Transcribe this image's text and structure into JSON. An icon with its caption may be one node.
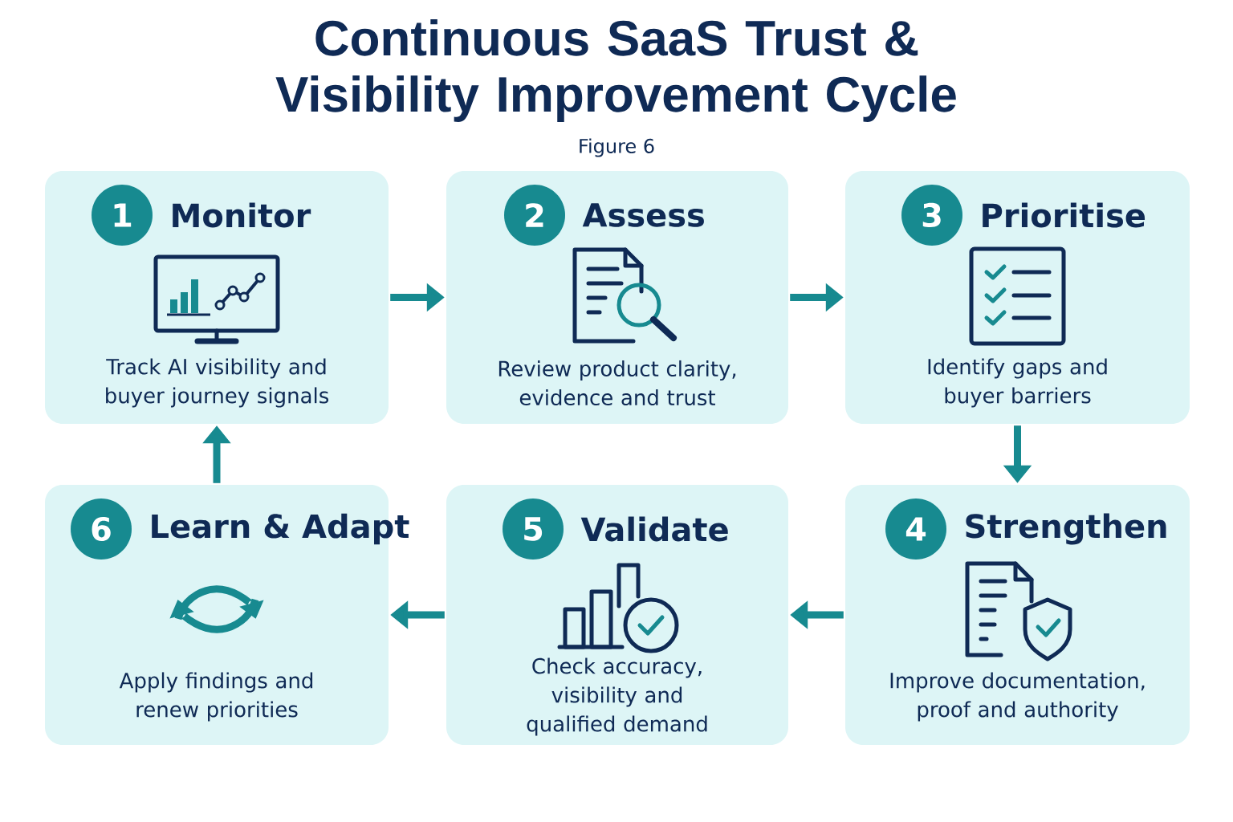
{
  "diagram": {
    "title": "Continuous SaaS Trust & Visibility Improvement Cycle",
    "nodes": [
      {
        "text": [
          "1",
          "Monitor",
          "Track AI visibility and buyer journey signals"
        ]
      },
      {
        "text": [
          "2",
          "Assess",
          "Review product clarity, evidence and trust"
        ]
      },
      {
        "text": [
          "3",
          "Prioritise",
          "Identify gaps and buyer barriers"
        ]
      },
      {
        "text": [
          "6",
          "Learn & Adapt",
          "Apply findings and renew priorities"
        ]
      },
      {
        "text": [
          "5",
          "Validate",
          "Check accuracy, visibility and qualified demand"
        ]
      },
      {
        "text": [
          "4",
          "Strengthen",
          "Improve documentation, proof and authority"
        ]
      }
    ],
    "edges": [
      {
        "from": 0,
        "to": 1,
        "arrow": "to"
      },
      {
        "from": 1,
        "to": 2,
        "arrow": "to"
      },
      {
        "from": 2,
        "to": 5,
        "arrow": "to"
      },
      {
        "from": 5,
        "to": 4,
        "arrow": "to"
      },
      {
        "from": 4,
        "to": 3,
        "arrow": "to"
      },
      {
        "from": 3,
        "to": 0,
        "arrow": "to"
      }
    ],
    "labels": [
      "Figure 6"
    ]
  }
}
